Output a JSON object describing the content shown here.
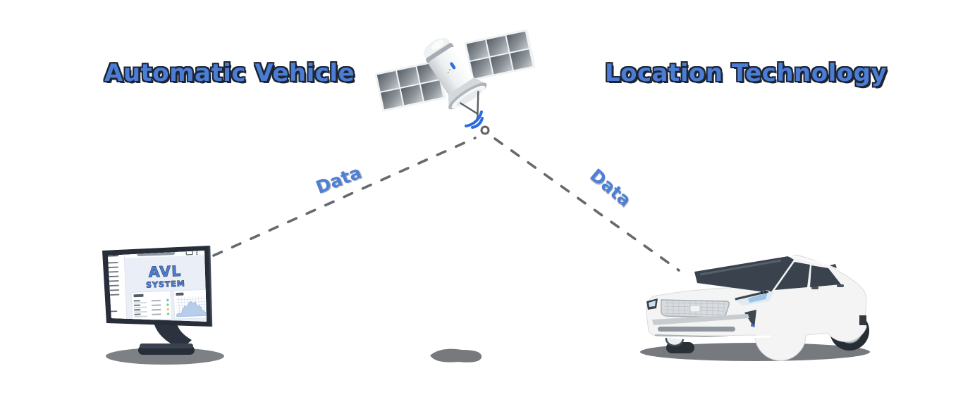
{
  "diagram": {
    "title_left": "Automatic Vehicle",
    "title_right": "Location Technology",
    "links": {
      "left_label": "Data",
      "right_label": "Data"
    },
    "monitor": {
      "app_title_line1": "AVL",
      "app_title_line2": "SYSTEM"
    },
    "illustrations": [
      "satellite-icon",
      "avl-monitor-icon",
      "car-icon",
      "signal-waves-icon",
      "ground-point-icon"
    ],
    "colors": {
      "title_blue": "#4a7dd3",
      "title_outline": "#1d2433",
      "data_label_blue": "#4c80d8",
      "dash_gray": "#66696d",
      "signal_blue": "#2c6be2",
      "monitor_frame": "#272e39",
      "screen_bg": "#e9eef7",
      "car_body": "#f3f4f3",
      "glass_dark": "#39424d",
      "status_dot_1": "#5bc0d0",
      "status_dot_2": "#6fcf97",
      "status_dot_3": "#f2c24b",
      "status_dot_4": "#6fcf97"
    }
  }
}
